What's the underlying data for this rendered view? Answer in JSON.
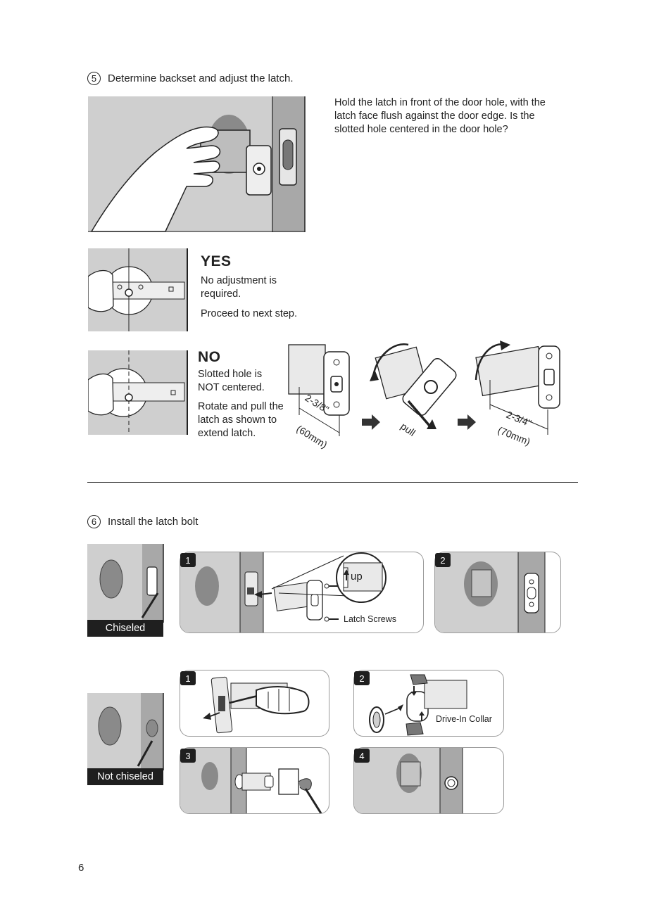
{
  "step5": {
    "number": "5",
    "title": "Determine backset and adjust the latch",
    "title_end": ".",
    "instruction": "Hold the latch in front of the door hole, with the latch face flush against the door edge. Is the slotted hole centered in the door hole?",
    "yes": {
      "heading": "YES",
      "line1": "No adjustment is required.",
      "line2": "Proceed to next step."
    },
    "no": {
      "heading": "NO",
      "line1": "Slotted hole is NOT centered.",
      "line2": "Rotate and pull the latch as shown to extend latch.",
      "dim_short_a": "2-3/8\"",
      "dim_short_b": "(60mm)",
      "pull_label": "pull",
      "dim_long_a": "2-3/4\"",
      "dim_long_b": "(70mm)"
    }
  },
  "step6": {
    "number": "6",
    "title": "Install the latch bolt",
    "chiseled": {
      "label": "Chiseled",
      "panel1_badge": "1",
      "up_label": "up",
      "screws_label": "Latch Screws",
      "panel2_badge": "2"
    },
    "not_chiseled": {
      "label": "Not chiseled",
      "panel1_badge": "1",
      "panel2_badge": "2",
      "collar_label": "Drive-In Collar",
      "panel3_badge": "3",
      "panel4_badge": "4"
    }
  },
  "page_number": "6",
  "colors": {
    "door_gray": "#cfcfcf",
    "edge_gray": "#a8a8a8",
    "hole_gray": "#8a8a8a",
    "dark": "#1f1f1f"
  }
}
